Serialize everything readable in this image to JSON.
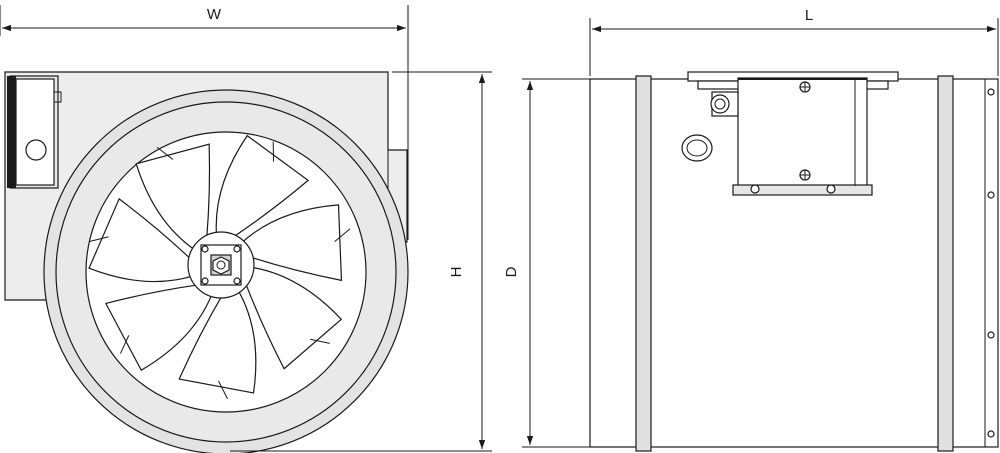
{
  "dimensions": {
    "width_label": "W",
    "height_label": "H",
    "diameter_label": "D",
    "length_label": "L"
  },
  "views": {
    "front": {
      "impeller_blades": 7
    },
    "side": {}
  },
  "colors": {
    "line": "#1a1a1a",
    "fill_light": "#e2e2e2",
    "fill_mid": "#d2d2d2",
    "background": "#ffffff"
  }
}
